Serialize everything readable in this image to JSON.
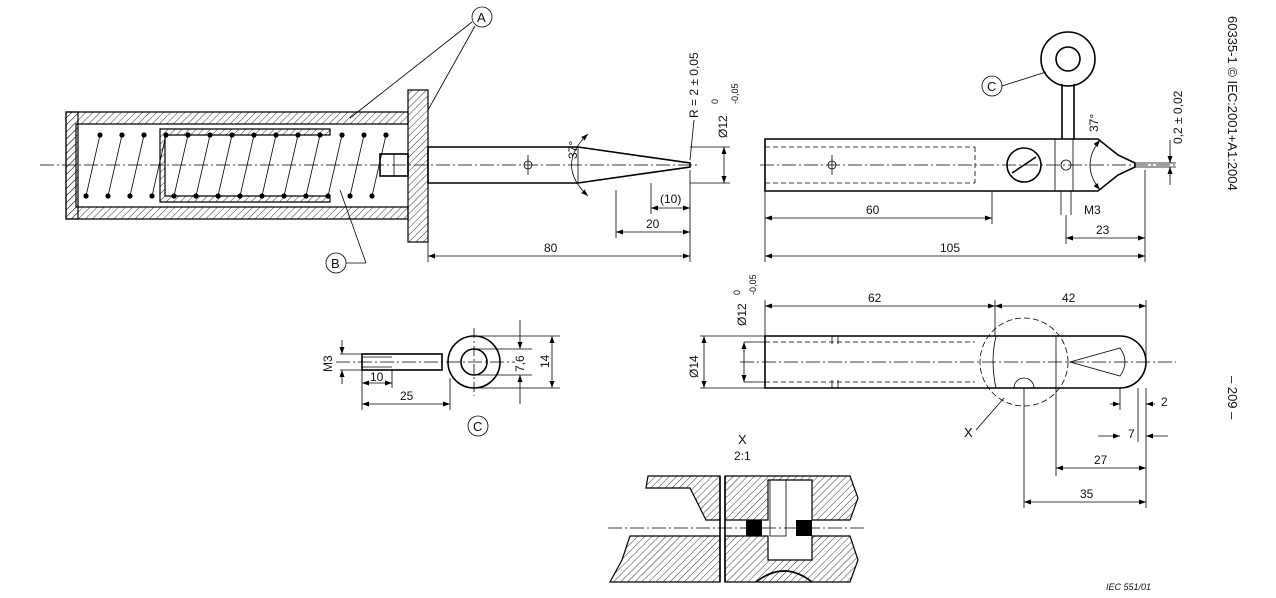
{
  "side_caption": {
    "standard": "60335-1 © IEC:2001+A1:2004",
    "page": "– 209 –"
  },
  "callouts": {
    "a": "A",
    "b": "B",
    "c_top": "C",
    "c_view": "C"
  },
  "left_view": {
    "dim_80": "80",
    "dim_20": "20",
    "dim_10": "(10)",
    "angle": "37°",
    "radius": "R = 2 ± 0,05",
    "dia": "Ø12",
    "dia_tol_upper": "0",
    "dia_tol_lower": "-0,05"
  },
  "right_view": {
    "dim_60": "60",
    "dim_105": "105",
    "dim_23": "23",
    "thread": "M3",
    "angle": "37°",
    "flat_tol": "0,2 ± 0,02"
  },
  "part_c": {
    "thread": "M3",
    "dim_10": "10",
    "dim_25": "25",
    "dim_7_6": "7,6",
    "dim_14": "14"
  },
  "bottom_view": {
    "dia": "Ø12",
    "dia_tol_upper": "0",
    "dia_tol_lower": "-0,05",
    "dia_14": "Ø14",
    "dim_62": "62",
    "dim_42": "42",
    "dim_2": "2",
    "dim_7": "7",
    "dim_27": "27",
    "dim_35": "35",
    "detail_marker": "X"
  },
  "detail": {
    "title": "X",
    "scale": "2:1"
  },
  "figure_ref": "IEC   551/01"
}
